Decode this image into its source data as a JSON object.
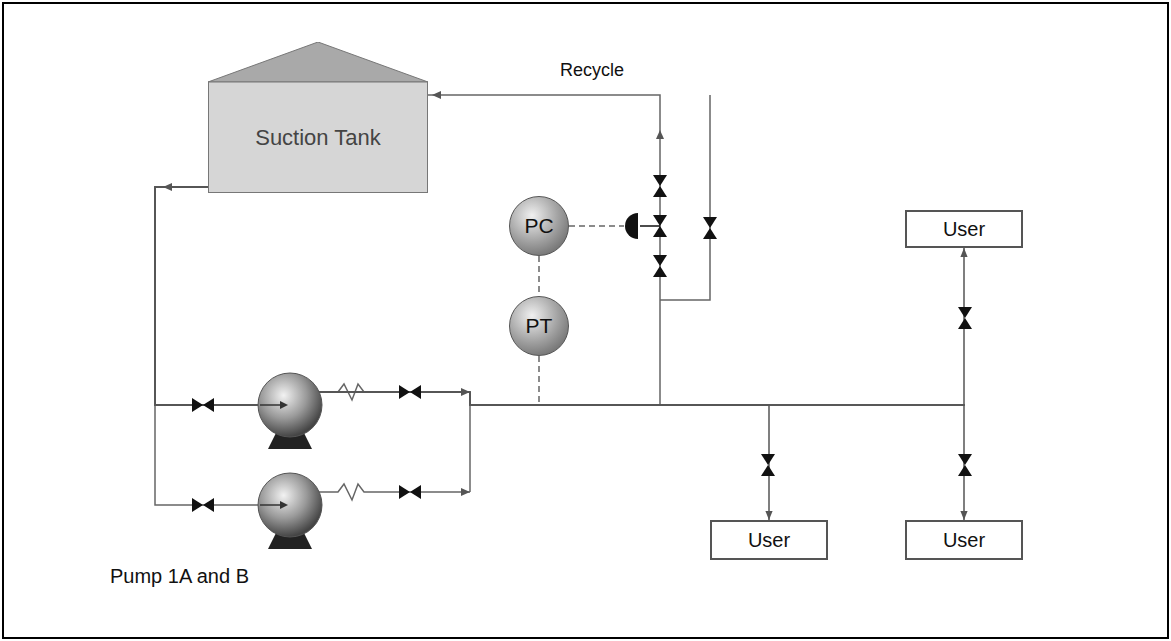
{
  "diagram": {
    "nodes": [
      {
        "text": [
          "Suction Tank"
        ]
      },
      {
        "text": [
          "PC"
        ]
      },
      {
        "text": [
          "PT"
        ]
      },
      {
        "text": [
          "User"
        ]
      },
      {
        "text": [
          "User"
        ]
      },
      {
        "text": [
          "User"
        ]
      }
    ],
    "edges": [
      {
        "from": 1,
        "to": 2,
        "arrow": "none"
      },
      {
        "from": 0,
        "to": 3,
        "arrow": "to"
      },
      {
        "from": 0,
        "to": 4,
        "arrow": "to"
      },
      {
        "from": 0,
        "to": 5,
        "arrow": "to"
      }
    ],
    "labels": [
      "Recycle",
      "Pump 1A and B"
    ]
  }
}
